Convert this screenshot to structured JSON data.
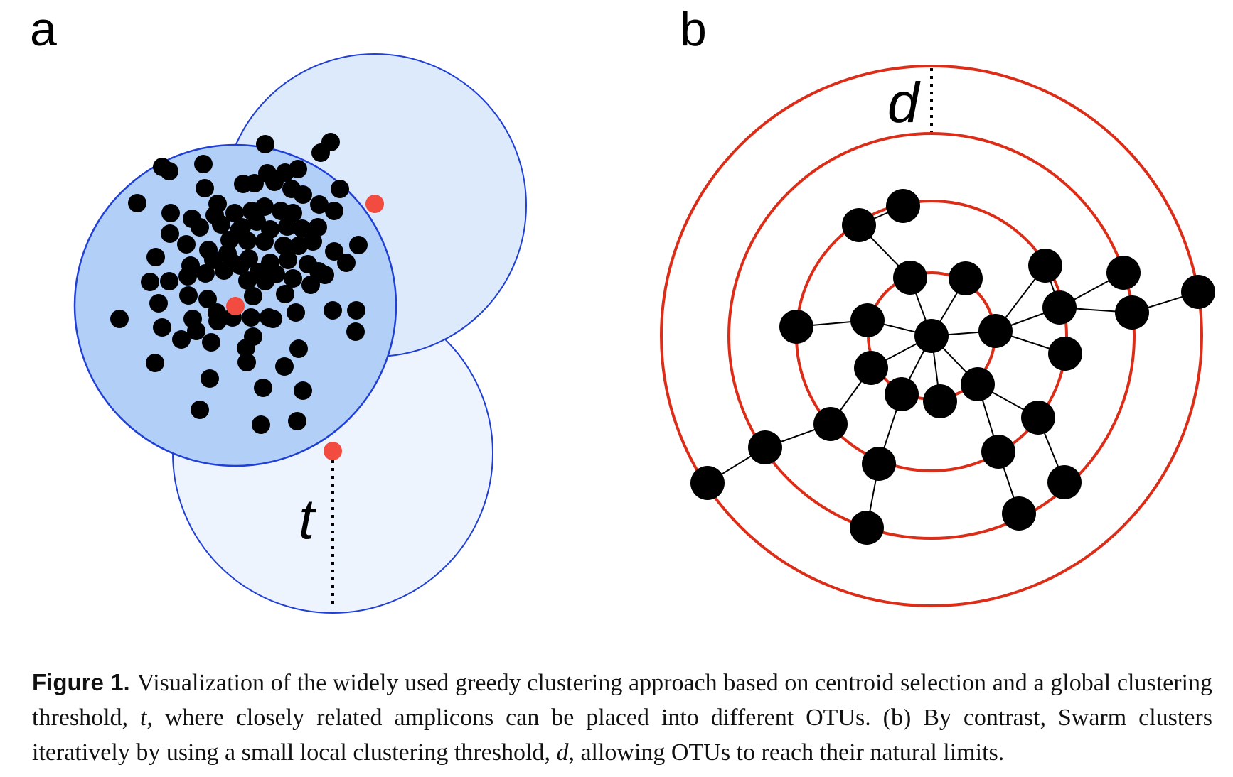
{
  "panels": {
    "a": {
      "label": "a",
      "threshold_symbol": "t"
    },
    "b": {
      "label": "b",
      "distance_symbol": "d"
    }
  },
  "caption": {
    "label": "Figure 1.",
    "seg1": "Visualization of the widely used greedy clustering approach based on centroid selection and a global clustering threshold, ",
    "var_t": "t",
    "seg2": ", where closely related amplicons can be placed into different OTUs. (b) By contrast, Swarm clusters iteratively by using a small local clustering threshold, ",
    "var_d": "d",
    "seg3": ", allowing OTUs to reach their natural limits."
  },
  "colors": {
    "dot": "#000000",
    "centroid": "#f24b40",
    "circle_stroke": "#1f3fd6",
    "circle_active_fill": "#b2d0f7",
    "circle_fill_1": "#ddeafc",
    "circle_fill_2": "#eef4fd",
    "ring": "#dc2d18"
  }
}
